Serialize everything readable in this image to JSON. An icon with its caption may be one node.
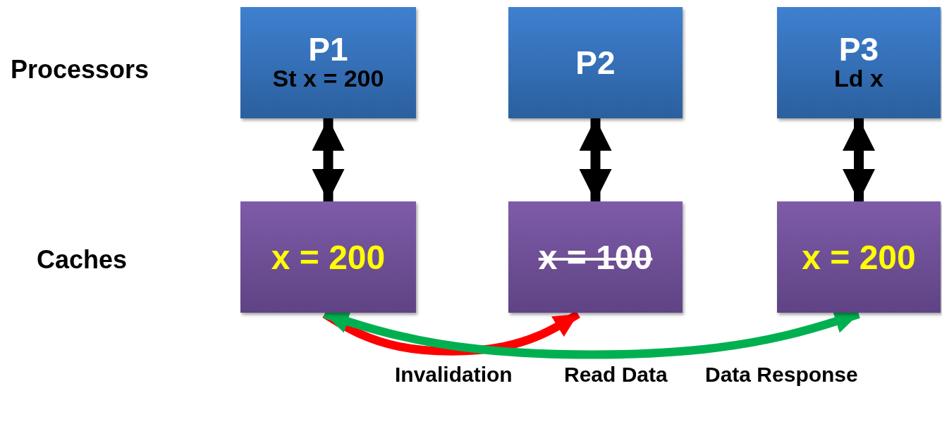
{
  "diagram": {
    "nodes": [
      {
        "text": [
          "P1",
          "St x = 200"
        ]
      },
      {
        "text": [
          "P2"
        ]
      },
      {
        "text": [
          "P3",
          "Ld x"
        ]
      },
      {
        "text": [
          "x = 200"
        ]
      },
      {
        "text": [
          "x = 100"
        ]
      },
      {
        "text": [
          "x = 200"
        ]
      }
    ],
    "edges": [
      {
        "from": 0,
        "to": 3,
        "arrow": "both"
      },
      {
        "from": 1,
        "to": 4,
        "arrow": "both"
      },
      {
        "from": 2,
        "to": 5,
        "arrow": "both"
      },
      {
        "from": 3,
        "to": 4,
        "arrow": "to",
        "color": "#ff0000"
      },
      {
        "from": 3,
        "to": 5,
        "arrow": "both",
        "color": "#00b050"
      }
    ],
    "labels": [
      "Processors",
      "Caches",
      "Invalidation",
      "Read Data",
      "Data Response"
    ]
  }
}
